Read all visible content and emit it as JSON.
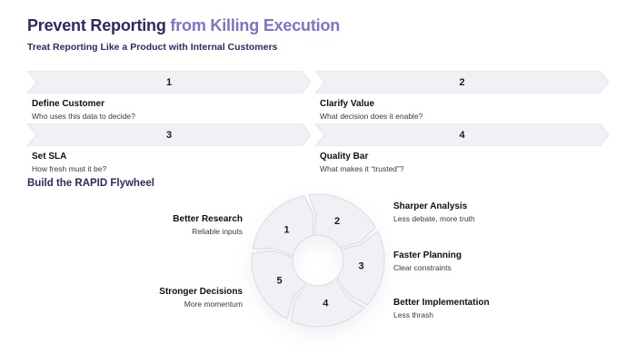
{
  "header": {
    "title_primary": "Prevent Reporting",
    "title_accent": " from Killing Execution",
    "subtitle": "Treat Reporting Like a Product with Internal Customers"
  },
  "steps": [
    {
      "number": "1",
      "title": "Define Customer",
      "description": "Who uses this data to decide?"
    },
    {
      "number": "2",
      "title": "Clarify Value",
      "description": "What decision does it enable?"
    },
    {
      "number": "3",
      "title": "Set SLA",
      "description": "How fresh must it be?"
    },
    {
      "number": "4",
      "title": "Quality Bar",
      "description": "What makes it “trusted”?"
    }
  ],
  "flywheel": {
    "heading": "Build the RAPID Flywheel",
    "segments": [
      {
        "number": "1",
        "label": "Better Research",
        "description": "Reliable inputs",
        "side": "left"
      },
      {
        "number": "2",
        "label": "Sharper Analysis",
        "description": "Less debate, more truth",
        "side": "right"
      },
      {
        "number": "3",
        "label": "Faster Planning",
        "description": "Clear constraints",
        "side": "right"
      },
      {
        "number": "4",
        "label": "Better Implementation",
        "description": "Less thrash",
        "side": "right"
      },
      {
        "number": "5",
        "label": "Stronger Decisions",
        "description": "More momentum",
        "side": "left"
      }
    ]
  },
  "colors": {
    "title_dark": "#2d2968",
    "title_accent": "#7b74ca",
    "shape_fill": "#f1f1f5",
    "shape_border": "#e2e2ea",
    "background": "#ffffff"
  }
}
